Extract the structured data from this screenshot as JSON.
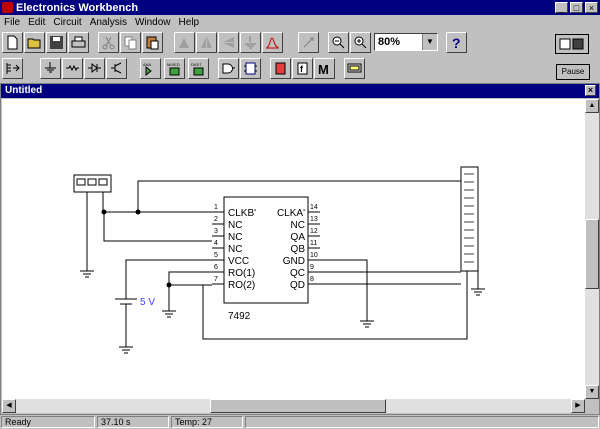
{
  "app": {
    "title": "Electronics Workbench"
  },
  "window_buttons": {
    "minimize": "_",
    "maximize": "□",
    "close": "×"
  },
  "menu": [
    "File",
    "Edit",
    "Circuit",
    "Analysis",
    "Window",
    "Help"
  ],
  "zoom": {
    "value": "80%"
  },
  "controls": {
    "pause_label": "Pause"
  },
  "document": {
    "title": "Untitled",
    "close": "×"
  },
  "circuit": {
    "ic_name": "7492",
    "left_pins": [
      {
        "num": "1",
        "name": "CLKB'"
      },
      {
        "num": "2",
        "name": "NC"
      },
      {
        "num": "3",
        "name": "NC"
      },
      {
        "num": "4",
        "name": "NC"
      },
      {
        "num": "5",
        "name": "VCC"
      },
      {
        "num": "6",
        "name": "RO(1)"
      },
      {
        "num": "7",
        "name": "RO(2)"
      }
    ],
    "right_pins": [
      {
        "num": "14",
        "name": "CLKA'"
      },
      {
        "num": "13",
        "name": "NC"
      },
      {
        "num": "12",
        "name": "QA"
      },
      {
        "num": "11",
        "name": "QB"
      },
      {
        "num": "10",
        "name": "GND"
      },
      {
        "num": "9",
        "name": "QC"
      },
      {
        "num": "8",
        "name": "QD"
      }
    ],
    "battery_label": "5 V"
  },
  "status": {
    "state": "Ready",
    "time": "37.10 s",
    "temp": "Temp:  27"
  }
}
